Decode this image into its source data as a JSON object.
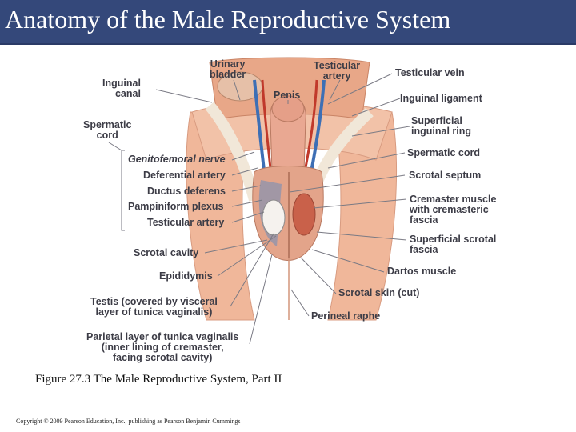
{
  "slide": {
    "title": "Anatomy of the Male Reproductive System",
    "caption": "Figure 27.3 The Male Reproductive System, Part II",
    "copyright": "Copyright © 2009 Pearson Education, Inc., publishing as Pearson Benjamin Cummings"
  },
  "labels": {
    "urinary_bladder": "Urinary\nbladder",
    "testicular_artery_top": "Testicular\nartery",
    "testicular_vein": "Testicular vein",
    "inguinal_canal": "Inguinal\ncanal",
    "penis": "Penis",
    "inguinal_ligament": "Inguinal ligament",
    "spermatic_cord_left": "Spermatic\ncord",
    "superficial_inguinal_ring": "Superficial\ninguinal ring",
    "genitofemoral_nerve": "Genitofemoral nerve",
    "spermatic_cord_right": "Spermatic cord",
    "deferential_artery": "Deferential artery",
    "scrotal_septum": "Scrotal septum",
    "ductus_deferens": "Ductus deferens",
    "cremaster_muscle": "Cremaster muscle\nwith cremasteric\nfascia",
    "pampiniform_plexus": "Pampiniform plexus",
    "testicular_artery": "Testicular artery",
    "superficial_scrotal_fascia": "Superficial scrotal\nfascia",
    "scrotal_cavity": "Scrotal cavity",
    "dartos_muscle": "Dartos muscle",
    "epididymis": "Epididymis",
    "scrotal_skin": "Scrotal skin (cut)",
    "testis": "Testis (covered by visceral\nlayer of tunica vaginalis)",
    "perineal_raphe": "Perineal raphe",
    "parietal_layer": "Parietal layer of tunica vaginalis\n(inner lining of cremaster,\nfacing scrotal cavity)"
  },
  "colors": {
    "title_bar": "#34487a",
    "skin": "#f0b79a",
    "muscle": "#c9614a",
    "vein": "#3d6fb5",
    "artery": "#c0392b",
    "label_text": "#3c3c46"
  }
}
